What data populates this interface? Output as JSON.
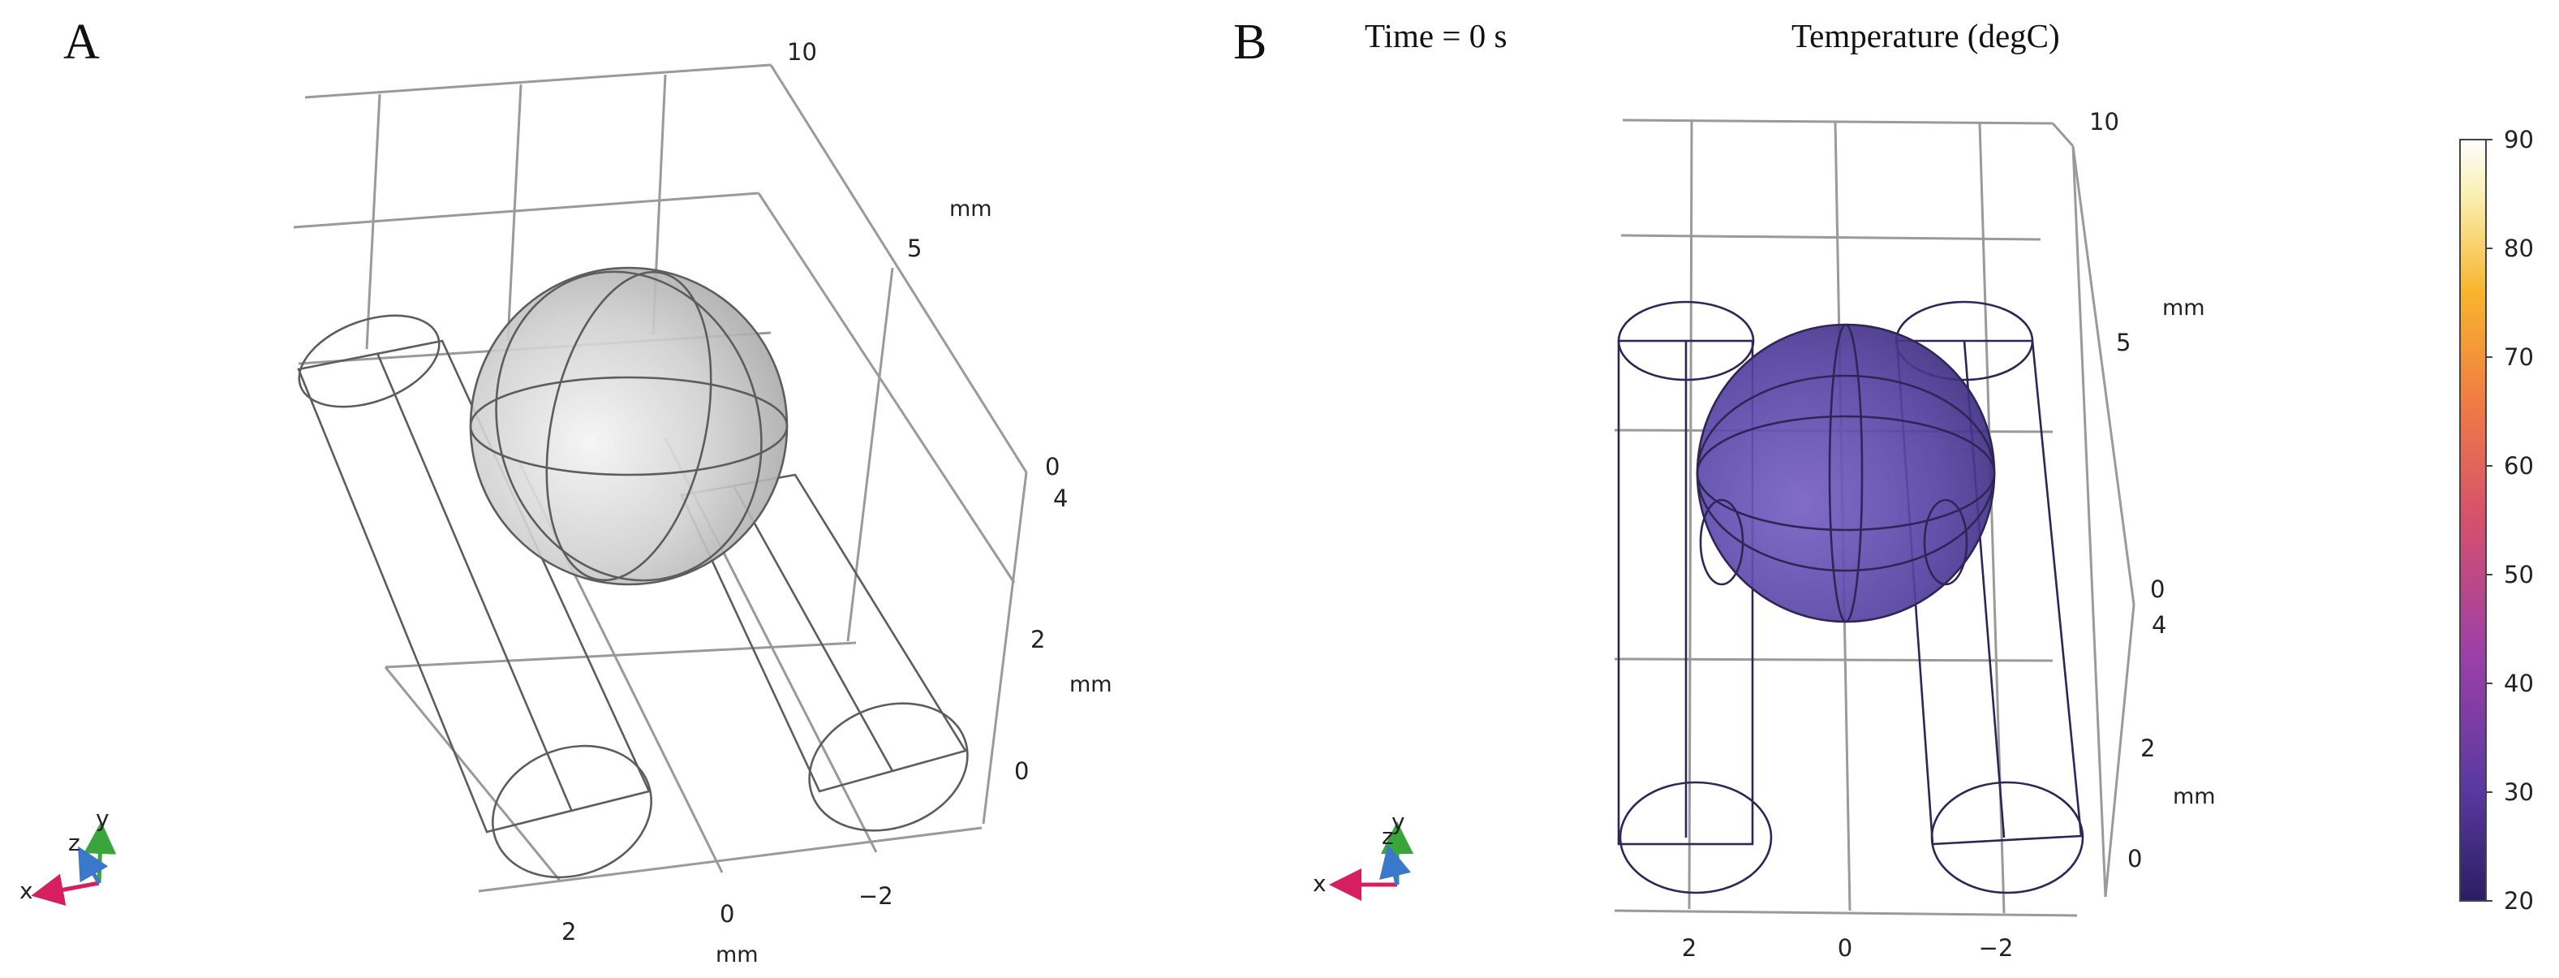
{
  "panel_a": {
    "label": "A",
    "y_axis_ticks": [
      "10",
      "5",
      "0"
    ],
    "y_axis_unit": "mm",
    "z_axis_ticks": [
      "4",
      "2",
      "0"
    ],
    "z_axis_unit": "mm",
    "x_axis_ticks": [
      "2",
      "0",
      "−2"
    ],
    "x_axis_unit": "mm",
    "triad": {
      "x": "x",
      "y": "y",
      "z": "z"
    }
  },
  "panel_b": {
    "label": "B",
    "time_text": "Time = 0 s",
    "colorbar_title": "Temperature  (degC)",
    "y_axis_ticks": [
      "10",
      "5",
      "0"
    ],
    "y_axis_unit": "mm",
    "z_axis_ticks": [
      "4",
      "2",
      "0"
    ],
    "z_axis_unit": "mm",
    "x_axis_ticks": [
      "2",
      "0",
      "−2"
    ],
    "triad": {
      "x": "x",
      "y": "y",
      "z": "z"
    },
    "colorbar_ticks": [
      "90",
      "80",
      "70",
      "60",
      "50",
      "40",
      "30",
      "20"
    ],
    "colorbar_range": [
      20,
      90
    ],
    "current_temperature_degC": 20,
    "colormap": [
      "#2b1e63",
      "#5a3aa0",
      "#9b3fa8",
      "#d5506e",
      "#f07a45",
      "#f8b52d",
      "#faf1b5",
      "#fefefe"
    ]
  },
  "colors": {
    "geometry_a": "#c4c4c4",
    "geometry_b": "#5a4898",
    "triad_x": "#d61f5e",
    "triad_y": "#3aa53a",
    "triad_z": "#3a78c9"
  }
}
